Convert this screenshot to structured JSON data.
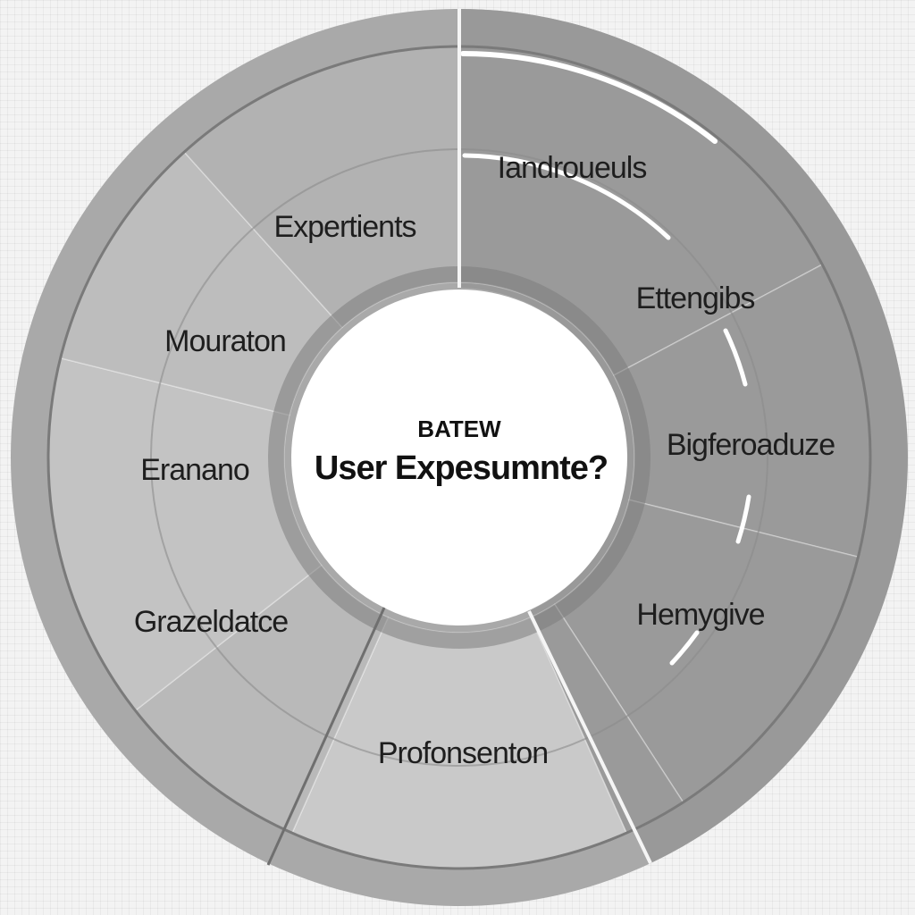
{
  "center": {
    "kicker": "BATEW",
    "title": "User Expesumnte?"
  },
  "segments": [
    {
      "label": "Iandroueuls",
      "color": "#9a9a9a"
    },
    {
      "label": "Ettengibs",
      "color": "#9a9a9a"
    },
    {
      "label": "Bigferoaduze",
      "color": "#9a9a9a"
    },
    {
      "label": "Hemygive",
      "color": "#9a9a9a"
    },
    {
      "label": "Profonsenton",
      "color": "#c9c9c9"
    },
    {
      "label": "Grazeldatce",
      "color": "#b9b9b9"
    },
    {
      "label": "Eranano",
      "color": "#c3c3c3"
    },
    {
      "label": "Mouraton",
      "color": "#bdbdbd"
    },
    {
      "label": "Expertients",
      "color": "#b2b2b2"
    }
  ],
  "colors": {
    "outer_ring": "#a9a9a9",
    "ring_stroke": "#7a7a7a",
    "center_fill": "#ffffff",
    "divider": "#f5f5f5"
  }
}
